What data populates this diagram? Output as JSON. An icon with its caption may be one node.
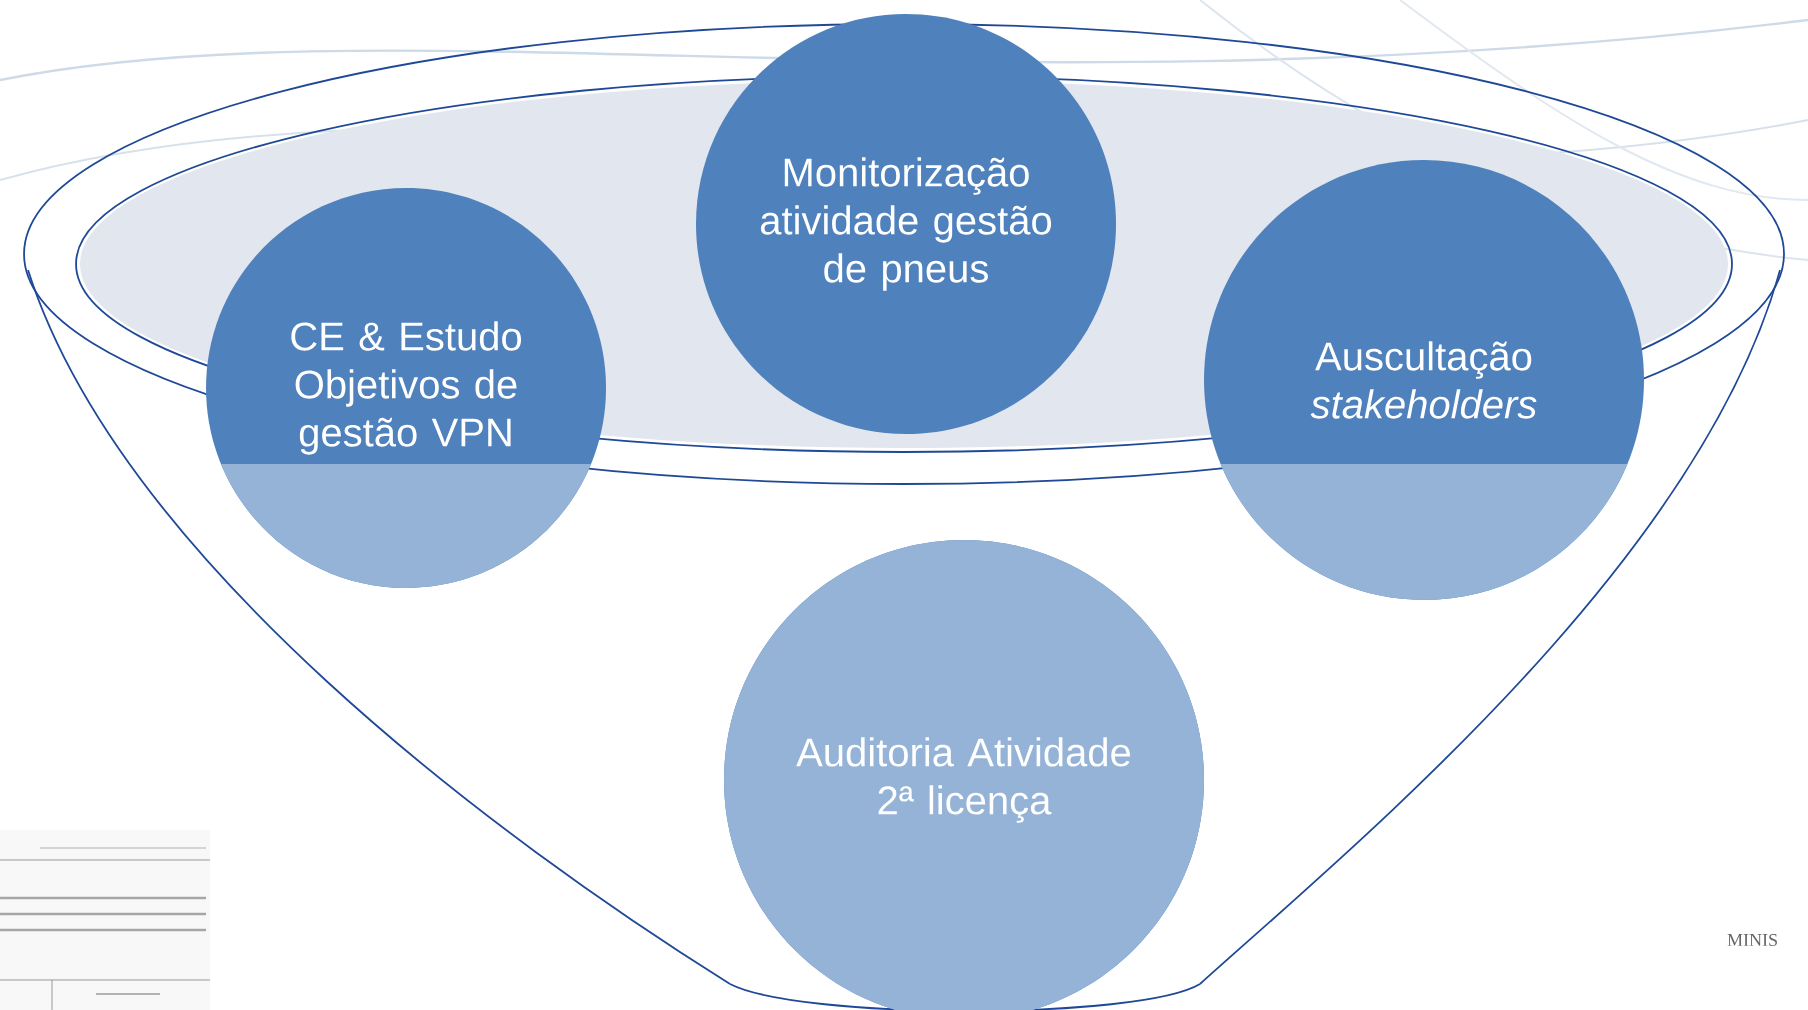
{
  "diagram": {
    "nodes": [
      {
        "text": [
          "CE & Estudo Objetivos de gestão VPN"
        ]
      },
      {
        "text": [
          "Monitorização atividade gestão de pneus"
        ]
      },
      {
        "text": [
          "Auscultação *stakeholders*"
        ]
      },
      {
        "text": [
          "Auditoria Atividade 2ª licença"
        ]
      }
    ],
    "labels": [
      "MINIS"
    ]
  }
}
